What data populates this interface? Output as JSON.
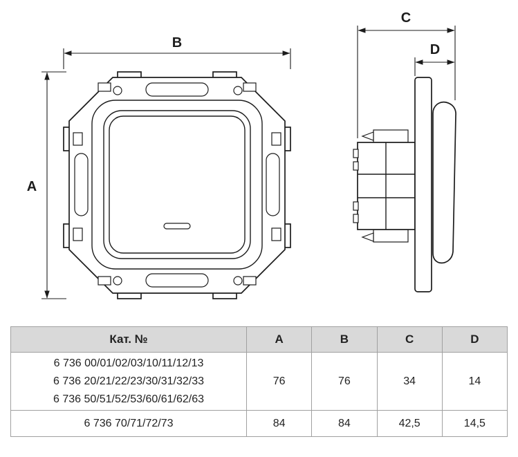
{
  "drawing": {
    "dim_labels": {
      "a": "A",
      "b": "B",
      "c": "C",
      "d": "D"
    }
  },
  "table": {
    "headers": [
      "Кат. №",
      "A",
      "B",
      "C",
      "D"
    ],
    "rows": [
      {
        "cat_lines": [
          "6 736 00/01/02/03/10/11/12/13",
          "6 736 20/21/22/23/30/31/32/33",
          "6 736 50/51/52/53/60/61/62/63"
        ],
        "a": "76",
        "b": "76",
        "c": "34",
        "d": "14"
      },
      {
        "cat_lines": [
          "6 736 70/71/72/73"
        ],
        "a": "84",
        "b": "84",
        "c": "42,5",
        "d": "14,5"
      }
    ]
  },
  "colors": {
    "line": "#1c1c1c",
    "table_header_bg": "#d9d9d9",
    "table_border": "#a0a0a0"
  }
}
